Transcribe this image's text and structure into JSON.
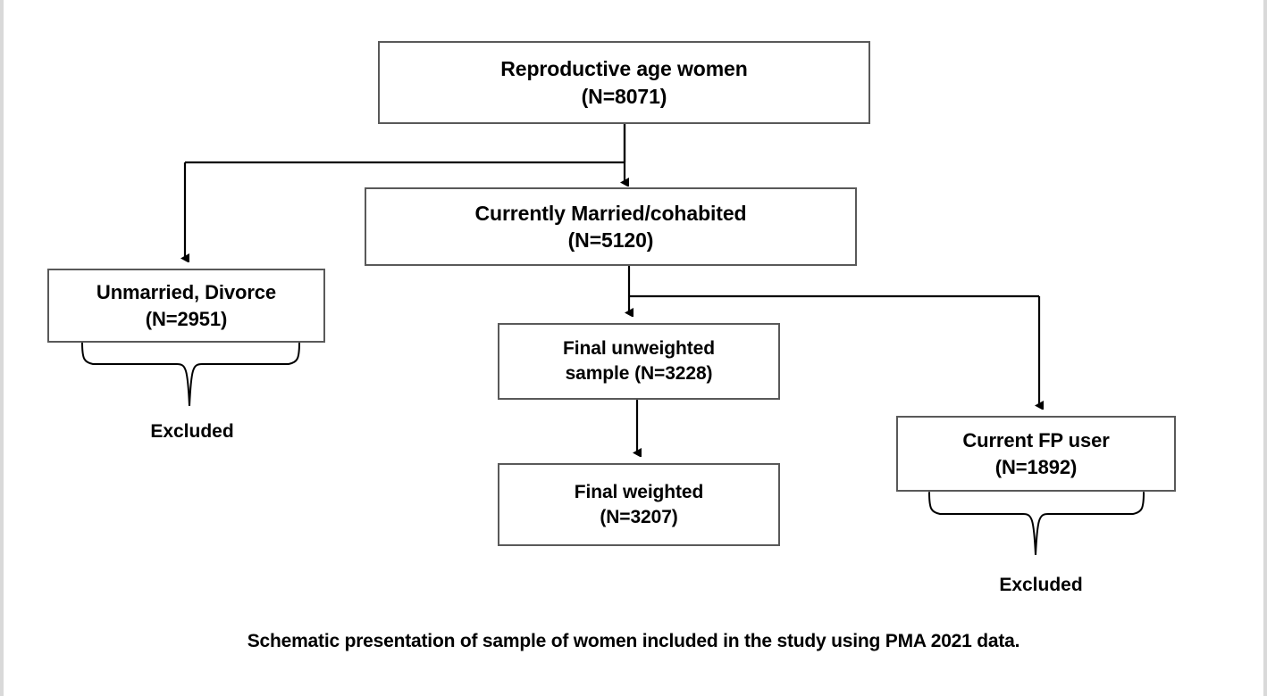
{
  "figure": {
    "type": "flowchart",
    "caption": "Schematic presentation of sample of women included in the study using PMA 2021 data.",
    "colors": {
      "box_border": "#595959",
      "connector": "#000000",
      "background": "#ffffff",
      "text": "#000000"
    }
  },
  "nodes": {
    "reproductive": {
      "title": "Reproductive age women",
      "count": "(N=8071)"
    },
    "married": {
      "title": "Currently Married/cohabited",
      "count": "(N=5120)"
    },
    "unmarried": {
      "title": "Unmarried, Divorce",
      "count": "(N=2951)"
    },
    "unweighted": {
      "title": "Final unweighted",
      "count": "sample (N=3228)"
    },
    "weighted": {
      "title": "Final weighted",
      "count": "(N=3207)"
    },
    "fp_user": {
      "title": "Current FP user",
      "count": "(N=1892)"
    }
  },
  "annotations": {
    "excluded_left": "Excluded",
    "excluded_right": "Excluded"
  },
  "chart_data": {
    "type": "diagram",
    "title": "Schematic presentation of sample of women included in the study using PMA 2021 data.",
    "nodes": [
      {
        "id": "reproductive",
        "label": "Reproductive age women",
        "n": 8071
      },
      {
        "id": "married",
        "label": "Currently Married/cohabited",
        "n": 5120
      },
      {
        "id": "unmarried",
        "label": "Unmarried, Divorce",
        "n": 2951,
        "status": "Excluded"
      },
      {
        "id": "unweighted",
        "label": "Final unweighted sample",
        "n": 3228
      },
      {
        "id": "weighted",
        "label": "Final weighted",
        "n": 3207
      },
      {
        "id": "fp_user",
        "label": "Current FP user",
        "n": 1892,
        "status": "Excluded"
      }
    ],
    "edges": [
      {
        "from": "reproductive",
        "to": "married"
      },
      {
        "from": "reproductive",
        "to": "unmarried"
      },
      {
        "from": "married",
        "to": "unweighted"
      },
      {
        "from": "married",
        "to": "fp_user"
      },
      {
        "from": "unweighted",
        "to": "weighted"
      }
    ]
  }
}
